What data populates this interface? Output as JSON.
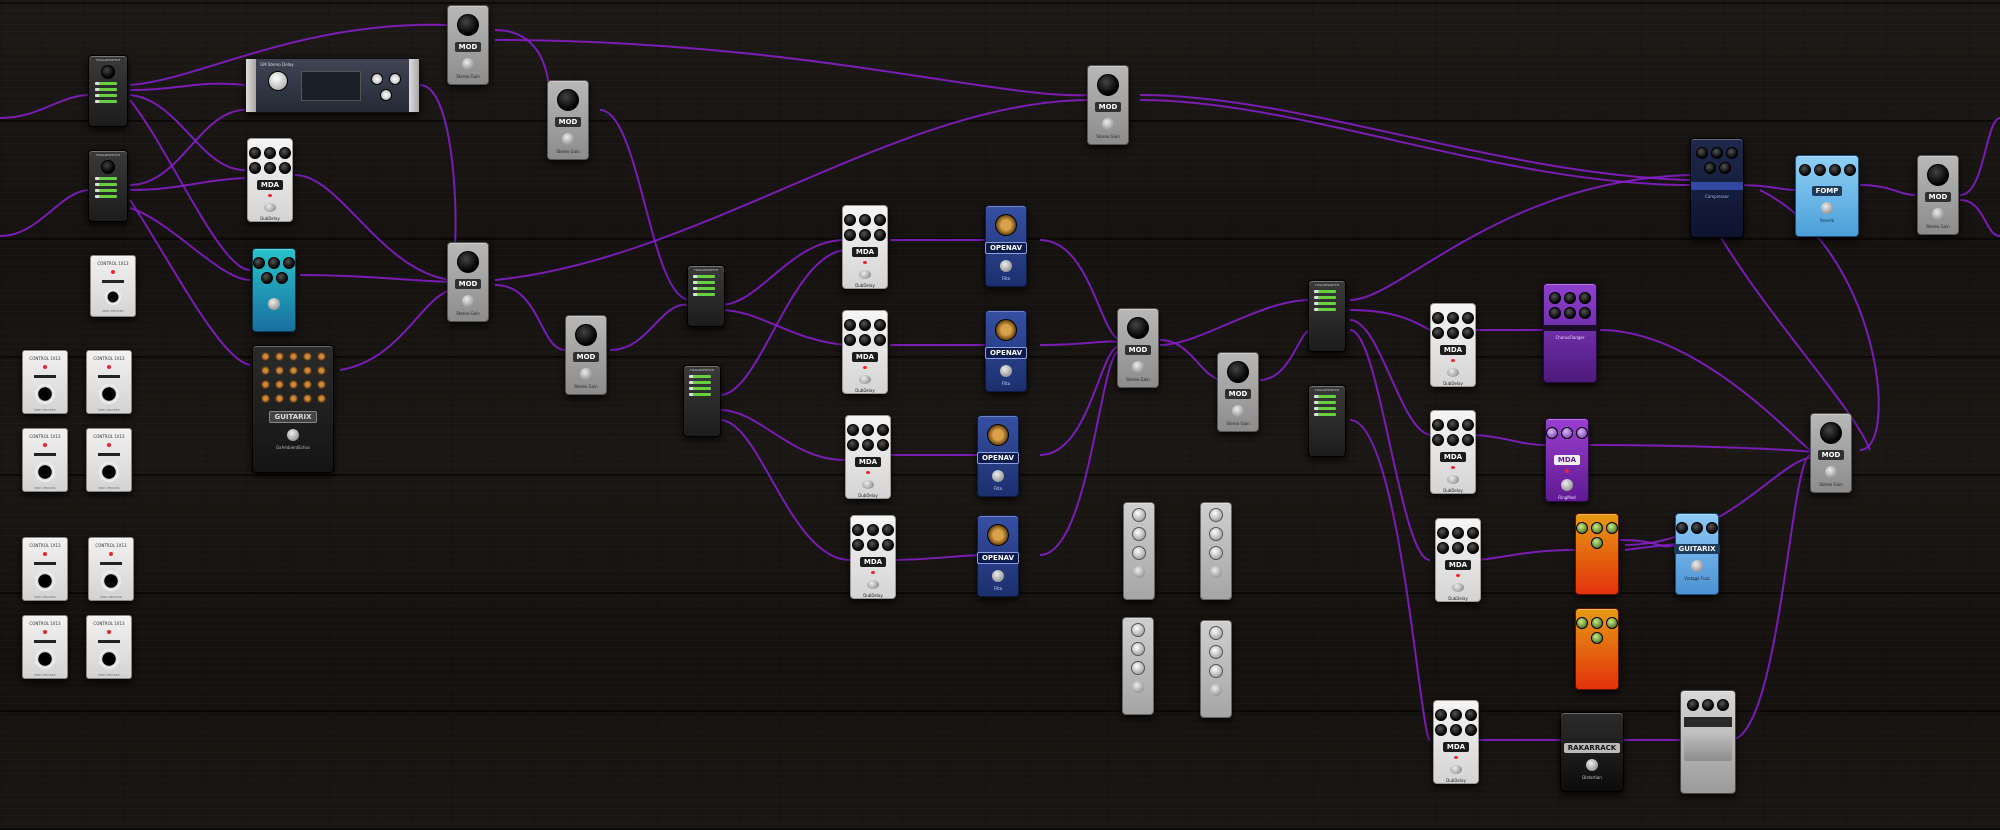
{
  "colors": {
    "cable": "#8b1fd0",
    "led": "#e23333",
    "toggle_on": "#66d040"
  },
  "labels": {
    "mod_brand": "MOD",
    "stereo_gain": "Stereo Gain",
    "mda_brand": "MDA",
    "dub_delay": "DubDelay",
    "toggle_title": "TOGGLESWITCH",
    "openav_brand": "OPENAV",
    "filta": "Filta",
    "control_title": "CONTROL 1X13",
    "control_footer": "MOD DEVICES",
    "guitarix_brand": "GUITARIX",
    "guitarix_big_label": "GxAmbientEchos",
    "compressor": "Compressor",
    "fomp_brand": "FOMP",
    "reverb": "Reverb",
    "chorus": "ChorusFlanger",
    "ring_mod": "RingMod",
    "gx_vintage": "Vintage Fuzz",
    "rakarrack_brand": "RAKARRACK",
    "distortion": "Distortion",
    "rack_title": "GM Stereo Delay"
  },
  "icons": {
    "knob": "knob-icon",
    "footswitch": "footswitch-icon",
    "led": "led-icon",
    "jack": "jack-icon"
  }
}
